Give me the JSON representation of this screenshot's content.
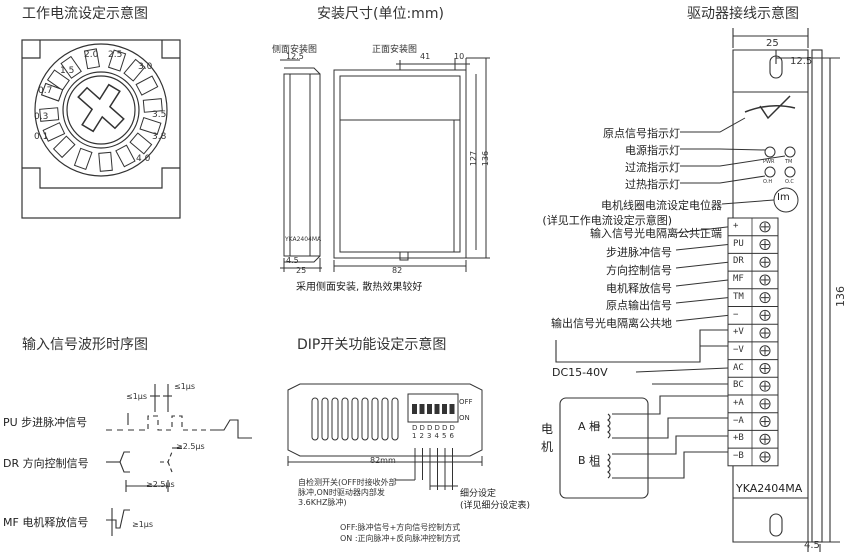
{
  "titles": {
    "current_setting": "工作电流设定示意图",
    "dimensions": "安装尺寸(单位:mm)",
    "wiring": "驱动器接线示意图",
    "timing": "输入信号波形时序图",
    "dip": "DIP开关功能设定示意图"
  },
  "dial": {
    "marks": [
      "0.1",
      "0.3",
      "0.7",
      "1.5",
      "2.0",
      "2.5",
      "3.0",
      "3.5",
      "3.8",
      "4.0"
    ]
  },
  "dimensions": {
    "side_label": "侧面安装图",
    "front_label": "正面安装图",
    "dim_12_5": "12.5",
    "dim_41": "41",
    "dim_10": "10",
    "dim_127": "127",
    "dim_136": "136",
    "dim_4_5": "4.5",
    "dim_25": "25",
    "dim_82": "82",
    "model": "YKA2404MA",
    "note": "采用侧面安装, 散热效果较好"
  },
  "timing": {
    "pu_label": "PU  步进脉冲信号",
    "dr_label": "DR  方向控制信号",
    "mf_label": "MF  电机释放信号",
    "t1": "≤1μs",
    "t2": "≤1μs",
    "t3": "≥2.5μs",
    "t4": "≥2.5μs",
    "t5": "≥1μs"
  },
  "dip": {
    "off_label": "OFF",
    "on_label": "ON",
    "switch_letters": [
      "D",
      "D",
      "D",
      "D",
      "D",
      "D"
    ],
    "switch_numbers": [
      "1",
      "2",
      "3",
      "4",
      "5",
      "6"
    ],
    "width": "82mm",
    "self_test": "自检测开关(OFF时接收外部脉冲,ON时驱动器内部发3.6KHZ脉冲)",
    "self_test_l1": "自检测开关(OFF时接收外部",
    "self_test_l2": "脉冲,ON时驱动器内部发",
    "self_test_l3": "3.6KHZ脉冲)",
    "subdiv_l1": "细分设定",
    "subdiv_l2": "(详见细分设定表)",
    "off_note": "OFF:脉冲信号+方向信号控制方式",
    "on_note": "ON :正向脉冲+反向脉冲控制方式"
  },
  "wiring": {
    "dim_25": "25",
    "dim_12_5": "12.5",
    "dim_136": "136",
    "dim_4_5": "4.5",
    "leds": [
      "PWR",
      "TM",
      "O.H",
      "O.C"
    ],
    "labels": {
      "origin_led": "原点信号指示灯",
      "power_led": "电源指示灯",
      "overcurrent_led": "过流指示灯",
      "overheat_led": "过热指示灯",
      "pot": "电机线圈电流设定电位器",
      "pot_note": "(详见工作电流设定示意图)",
      "in_common": "输入信号光电隔离公共正端",
      "pu": "步进脉冲信号",
      "dr": "方向控制信号",
      "mf": "电机释放信号",
      "tm": "原点输出信号",
      "out_common": "输出信号光电隔离公共地"
    },
    "pot_label": "Im",
    "terminals": [
      "+",
      "PU",
      "DR",
      "MF",
      "TM",
      "−",
      "+V",
      "−V",
      "AC",
      "BC",
      "+A",
      "−A",
      "+B",
      "−B"
    ],
    "supply": "DC15-40V",
    "motor": "电\n机",
    "motor_1": "电",
    "motor_2": "机",
    "phase_a": "A 相",
    "phase_b": "B 相",
    "model": "YKA2404MA"
  }
}
